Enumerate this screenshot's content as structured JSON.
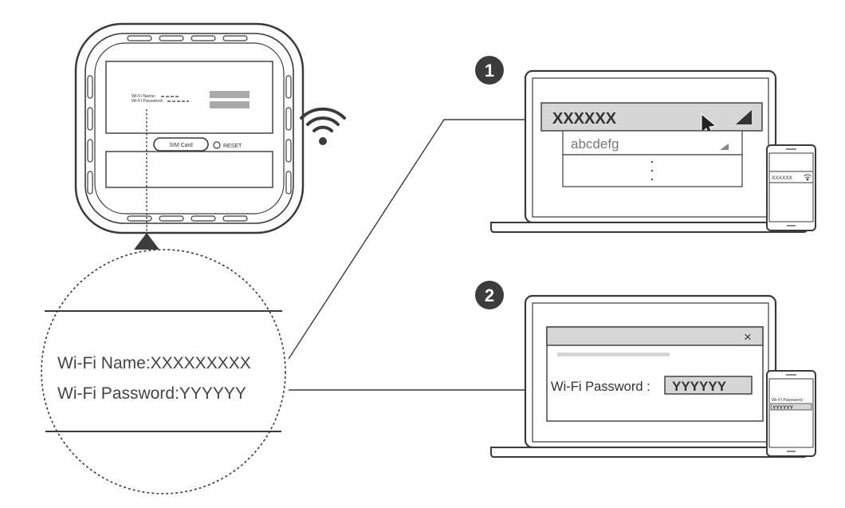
{
  "router": {
    "label_name": "Wi-Fi Name:",
    "label_password": "Wi-Fi Password:",
    "sim_slot": "SIM Card",
    "reset": "RESET"
  },
  "zoom_label": {
    "wifi_name": "Wi-Fi Name:XXXXXXXXX",
    "wifi_password": "Wi-Fi Password:YYYYYY"
  },
  "steps": [
    {
      "number": "1"
    },
    {
      "number": "2"
    }
  ],
  "laptop1": {
    "selected_network": "XXXXXX",
    "other_network": "abcdefg"
  },
  "phone1": {
    "network": "XXXXXX"
  },
  "laptop2": {
    "close": "×",
    "password_label": "Wi-Fi Password :",
    "password_value": "YYYYYY"
  },
  "phone2": {
    "password_label": "Wi-Fi Password :",
    "password_value": "YYYYYY"
  },
  "colors": {
    "line": "#3a3a3a",
    "gray_fill": "#aaaaaa",
    "light_fill": "#d6d6d6",
    "dark_badge": "#3c3c3c"
  }
}
